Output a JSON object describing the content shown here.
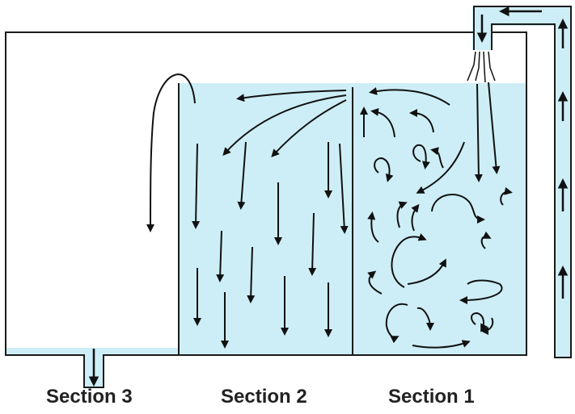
{
  "colors": {
    "water": "#cdeef6",
    "outline": "#1a1a1a",
    "arrow": "#111111",
    "background": "#ffffff"
  },
  "labels": {
    "section_3": "Section 3",
    "section_2": "Section 2",
    "section_1": "Section 1"
  }
}
